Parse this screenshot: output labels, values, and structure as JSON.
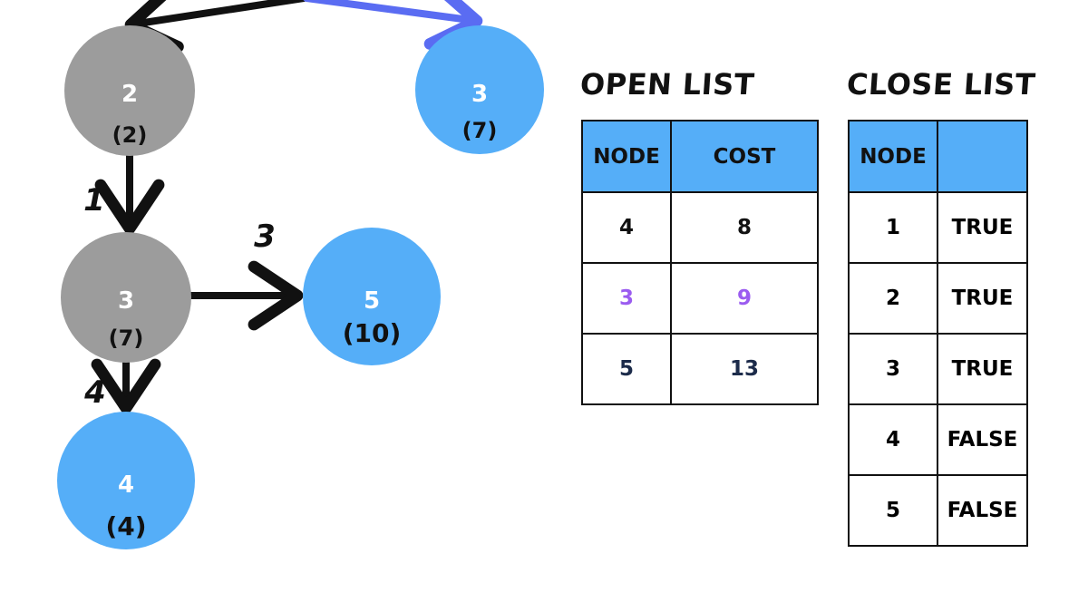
{
  "graph": {
    "nodes": [
      {
        "id": "node-2",
        "label": "2",
        "cost": "(2)",
        "color": "#9c9c9c"
      },
      {
        "id": "node-3-top",
        "label": "3",
        "cost": "(7)",
        "color": "#55aef8"
      },
      {
        "id": "node-3",
        "label": "3",
        "cost": "(7)",
        "color": "#9c9c9c"
      },
      {
        "id": "node-5",
        "label": "5",
        "cost": "(10)",
        "color": "#55aef8"
      },
      {
        "id": "node-4",
        "label": "4",
        "cost": "(4)",
        "color": "#55aef8"
      }
    ],
    "edge_labels": {
      "e2_3": "1",
      "e3_5": "3",
      "e3_4": "4"
    },
    "colors": {
      "visited": "#9c9c9c",
      "frontier": "#55aef8",
      "edge": "#111111",
      "highlight_edge": "#5a6cf2"
    }
  },
  "open_list": {
    "title": "OPEN LIST",
    "headers": [
      "NODE",
      "COST"
    ],
    "rows": [
      {
        "node": "4",
        "cost": "8",
        "color": "#111111"
      },
      {
        "node": "3",
        "cost": "9",
        "color": "#9b5cf0"
      },
      {
        "node": "5",
        "cost": "13",
        "color": "#1c2b4a"
      }
    ]
  },
  "close_list": {
    "title": "CLOSE LIST",
    "headers": [
      "NODE",
      ""
    ],
    "rows": [
      {
        "node": "1",
        "value": "TRUE"
      },
      {
        "node": "2",
        "value": "TRUE"
      },
      {
        "node": "3",
        "value": "TRUE"
      },
      {
        "node": "4",
        "value": "FALSE"
      },
      {
        "node": "5",
        "value": "FALSE"
      }
    ]
  }
}
